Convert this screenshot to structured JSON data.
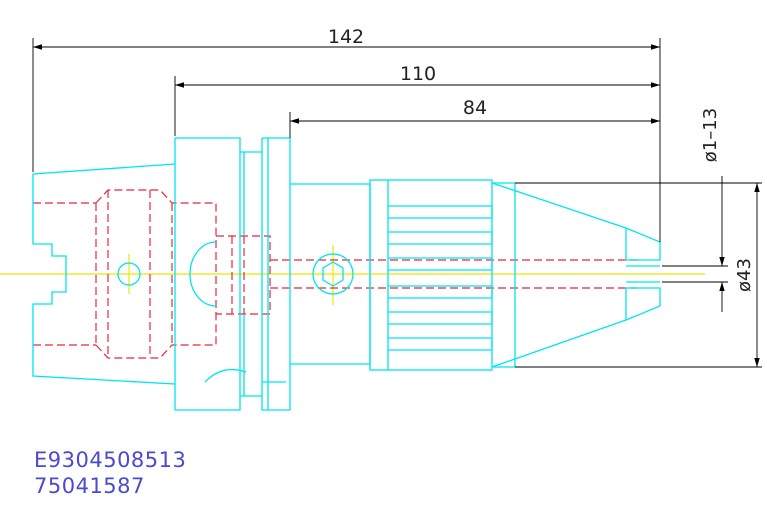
{
  "dimensions": {
    "overall_length": "142",
    "mid_length": "110",
    "short_length": "84",
    "clamp_range": "ø1–13",
    "body_diameter": "ø43"
  },
  "codes": {
    "line1": "E9304508513",
    "line2": "75041587"
  },
  "colors": {
    "outline": "#00e5ee",
    "hidden": "#e8283c",
    "centerline": "#e8e800",
    "dimension": "#000000",
    "code_text": "#4a4ad0"
  }
}
